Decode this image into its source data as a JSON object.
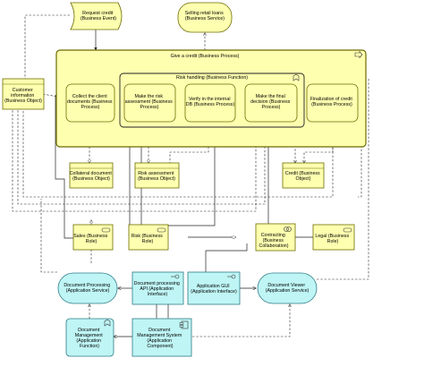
{
  "colors": {
    "business": "#ffffb0",
    "business_border": "#6b6b00",
    "application": "#bff5f5",
    "application_border": "#2e7b86",
    "connector": "#222222"
  },
  "nodes": {
    "request_credit": [
      "Request credit",
      "(Business Event)"
    ],
    "selling_retail_loans": [
      "Selling retail loans",
      "(Business Service)"
    ],
    "give_credit": [
      "Give a credit (Business Process)"
    ],
    "risk_handling": [
      "Risk handling (Business Function)"
    ],
    "customer_info": [
      "Customer",
      "information",
      "(Business Object)"
    ],
    "collect_docs": [
      "Collect the client",
      "documents (Business",
      "Process)"
    ],
    "risk_assessment_proc": [
      "Make the risk",
      "assessment (Business",
      "Process)"
    ],
    "verify_internal": [
      "Verify in the internal",
      "DB (Business Process)"
    ],
    "final_decision": [
      "Make the final",
      "decision (Business",
      "Process)"
    ],
    "finalization": [
      "Finalization of credit",
      "(Business Process)"
    ],
    "collateral": [
      "Collateral document",
      "(Business Object)"
    ],
    "risk_assessment_obj": [
      "Risk assessment",
      "(Business Object)"
    ],
    "credit_obj": [
      "Credit (Business",
      "Object)"
    ],
    "sales": [
      "Sales (Business",
      "Role)"
    ],
    "risk_role": [
      "Risk (Business",
      "Role)"
    ],
    "contracting": [
      "Contracting",
      "(Business",
      "Collaboration)"
    ],
    "legal": [
      "Legal (Business",
      "Role)"
    ],
    "doc_processing": [
      "Document Processing",
      "(Application Service)"
    ],
    "doc_api": [
      "Document processing",
      "API (Application",
      "Interface)"
    ],
    "app_gui": [
      "Application GUI",
      "(Application Interface)"
    ],
    "doc_viewer": [
      "Document Viewer",
      "(Application Service)"
    ],
    "doc_mgmt_function": [
      "Document",
      "Management",
      "(Application",
      "Function)"
    ],
    "doc_mgmt_system": [
      "Document",
      "Management System",
      "(Application",
      "Component)"
    ]
  }
}
